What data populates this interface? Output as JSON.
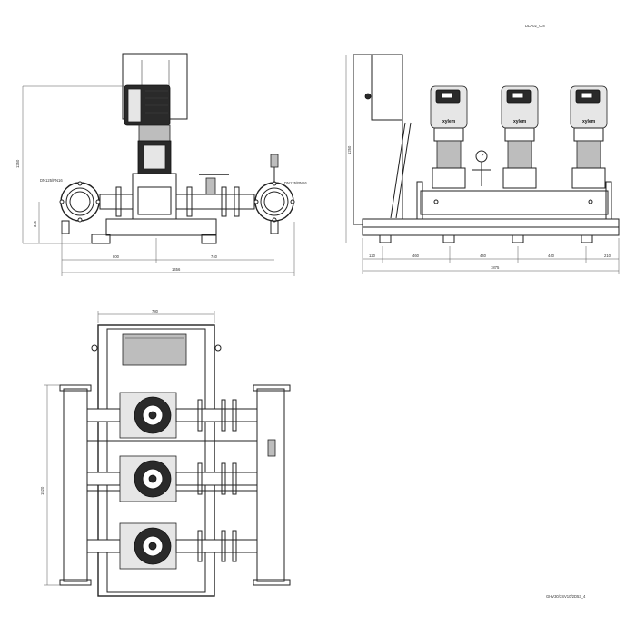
{
  "drawing_reference": "DLA02_C.8",
  "part_number": "GHV30/3SV10/2D53_4",
  "brand": "xylem",
  "front_view": {
    "dn_left": "DN125/PN16",
    "dn_right": "DN125/PN16",
    "dims": {
      "height": "1250",
      "pipe_axis": "345",
      "left_seg": "800",
      "right_seg": "740",
      "total": "1456"
    }
  },
  "side_view": {
    "dims": {
      "height": "1250",
      "d1": "120",
      "d2": "460",
      "d3": "440",
      "d4": "440",
      "d5": "210",
      "total": "1875"
    }
  },
  "top_view": {
    "dims": {
      "width": "780",
      "length": "1520"
    }
  }
}
